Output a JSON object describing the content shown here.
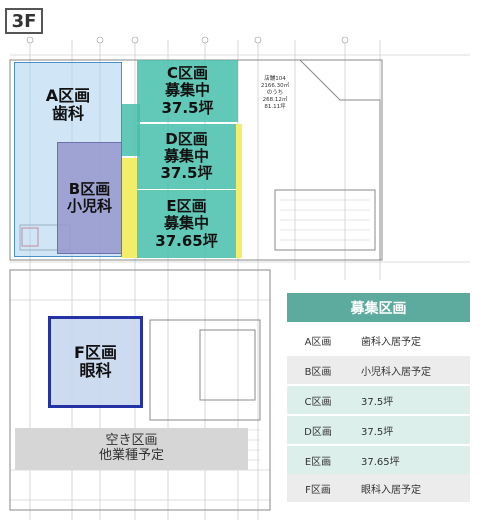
{
  "floor": "3F",
  "zones": {
    "a": "A区画\n歯科",
    "b": "B区画\n小児科",
    "c": "C区画\n募集中\n37.5坪",
    "d": "D区画\n募集中\n37.5坪",
    "e": "E区画\n募集中\n37.65坪",
    "f": "F区画\n眼科",
    "vacant": "空き区画\n他業種予定"
  },
  "plan_note": "店舗104\n2166.30㎡\nのうち\n268.12㎡\n81.11坪",
  "table": {
    "title": "募集区画",
    "rows": [
      {
        "zone": "A区画",
        "status": "歯科入居予定"
      },
      {
        "zone": "B区画",
        "status": "小児科入居予定"
      },
      {
        "zone": "C区画",
        "status": "37.5坪"
      },
      {
        "zone": "D区画",
        "status": "37.5坪"
      },
      {
        "zone": "E区画",
        "status": "37.65坪"
      },
      {
        "zone": "F区画",
        "status": "眼科入居予定"
      }
    ]
  },
  "colors": {
    "teal_zone": "#46beaa",
    "table_header": "#5daa9e",
    "zone_f_border": "#2532a5",
    "zone_b": "#9696cd"
  }
}
